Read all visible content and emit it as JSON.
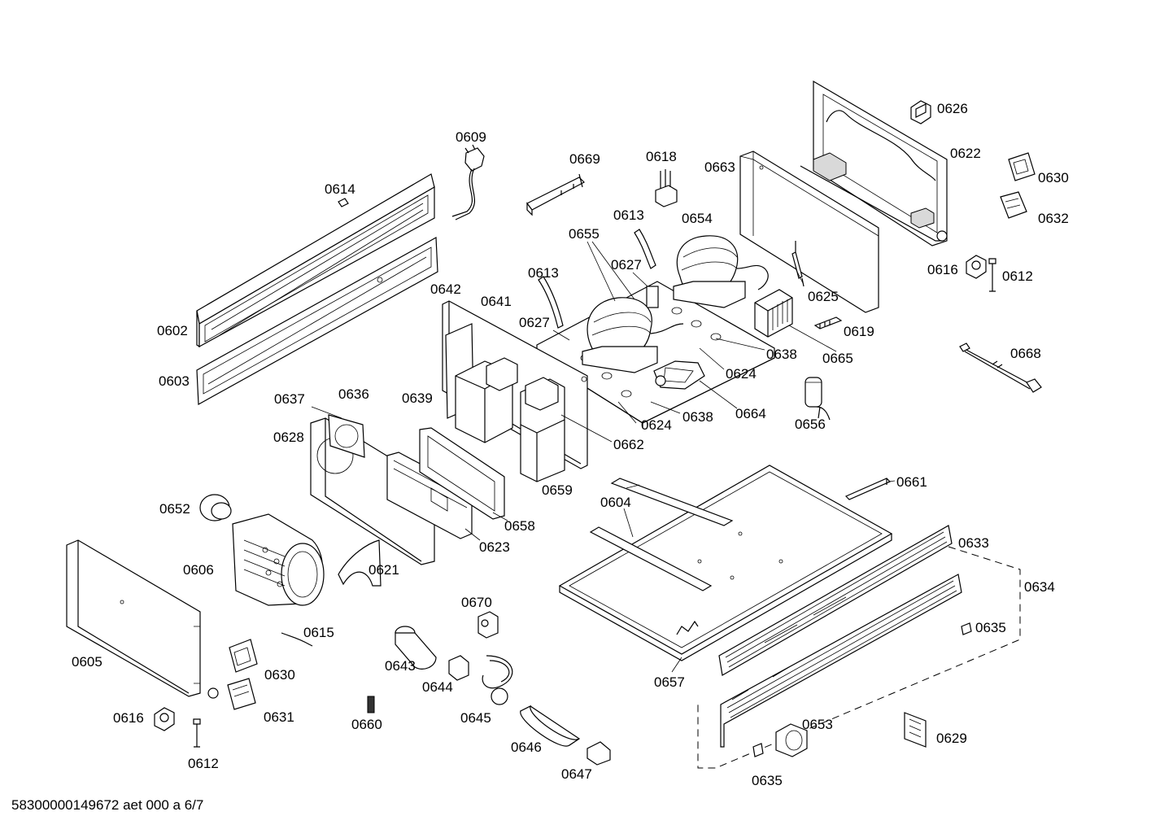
{
  "footer": "58300000149672 aet 000 a 6/7",
  "labels": {
    "l0609": "0609",
    "l0614": "0614",
    "l0602": "0602",
    "l0603": "0603",
    "l0669": "0669",
    "l0618": "0618",
    "l0663": "0663",
    "l0626": "0626",
    "l0622": "0622",
    "l0630a": "0630",
    "l0632": "0632",
    "l0613a": "0613",
    "l0654": "0654",
    "l0655": "0655",
    "l0627a": "0627",
    "l0613b": "0613",
    "l0642": "0642",
    "l0641": "0641",
    "l0627b": "0627",
    "l0625": "0625",
    "l0616a": "0616",
    "l0612a": "0612",
    "l0619": "0619",
    "l0638a": "0638",
    "l0665": "0665",
    "l0668": "0668",
    "l0624a": "0624",
    "l0637": "0637",
    "l0636": "0636",
    "l0639": "0639",
    "l0624b": "0624",
    "l0638b": "0638",
    "l0664": "0664",
    "l0656": "0656",
    "l0628": "0628",
    "l0662": "0662",
    "l0659": "0659",
    "l0661": "0661",
    "l0604": "0604",
    "l0652": "0652",
    "l0658": "0658",
    "l0623": "0623",
    "l0633": "0633",
    "l0606": "0606",
    "l0621": "0621",
    "l0634": "0634",
    "l0670": "0670",
    "l0615": "0615",
    "l0635a": "0635",
    "l0605": "0605",
    "l0643": "0643",
    "l0630b": "0630",
    "l0644": "0644",
    "l0657": "0657",
    "l0616b": "0616",
    "l0631": "0631",
    "l0645": "0645",
    "l0660": "0660",
    "l0653": "0653",
    "l0646": "0646",
    "l0629": "0629",
    "l0612b": "0612",
    "l0647": "0647",
    "l0635b": "0635"
  }
}
